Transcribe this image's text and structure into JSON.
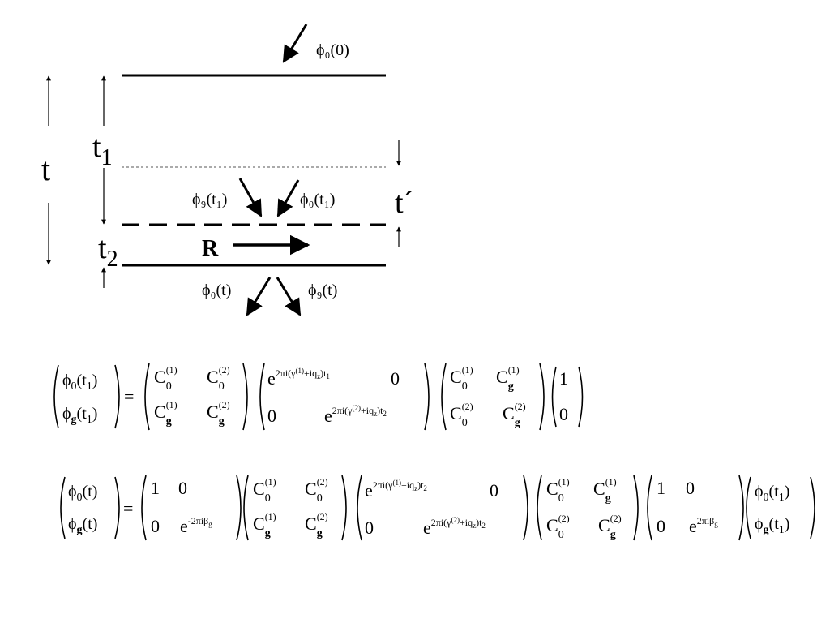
{
  "diagram": {
    "labels": {
      "phi0_0": "ϕ₀(0)",
      "phig_t1": "ϕ₉(t₁)",
      "phi0_t1": "ϕ₀(t₁)",
      "phi0_t": "ϕ₀(t)",
      "phig_t": "ϕ₉(t)",
      "t_big": "t",
      "t_prime": "t´",
      "R": "R"
    },
    "t1": {
      "base": "t",
      "sub": "1"
    },
    "t2": {
      "base": "t",
      "sub": "2"
    }
  },
  "equations": {
    "eq1": {
      "lhs": [
        [
          "ϕ₀(t₁)"
        ],
        [
          "ϕg(t₁)"
        ]
      ],
      "m1": [
        [
          "C₀⁽¹⁾",
          "C₀⁽²⁾"
        ],
        [
          "Cg⁽¹⁾",
          "Cg⁽²⁾"
        ]
      ],
      "m2": [
        [
          "e^{2πi(γ⁽¹⁾+iq_z)t₁}",
          "0"
        ],
        [
          "0",
          "e^{2πi(γ⁽²⁾+iq_z)t₂}"
        ]
      ],
      "m3": [
        [
          "C₀⁽¹⁾",
          "Cg⁽¹⁾"
        ],
        [
          "C₀⁽²⁾",
          "Cg⁽²⁾"
        ]
      ],
      "v": [
        [
          "1"
        ],
        [
          "0"
        ]
      ]
    },
    "eq2": {
      "lhs": [
        [
          "ϕ₀(t)"
        ],
        [
          "ϕg(t)"
        ]
      ],
      "p1": [
        [
          "1",
          "0"
        ],
        [
          "0",
          "e^{-2πiβg}"
        ]
      ],
      "m1": [
        [
          "C₀⁽¹⁾",
          "C₀⁽²⁾"
        ],
        [
          "Cg⁽¹⁾",
          "Cg⁽²⁾"
        ]
      ],
      "m2": [
        [
          "e^{2πi(γ⁽¹⁾+iq_z)t₂}",
          "0"
        ],
        [
          "0",
          "e^{2πi(γ⁽²⁾+iq_z)t₂}"
        ]
      ],
      "m3": [
        [
          "C₀⁽¹⁾",
          "Cg⁽¹⁾"
        ],
        [
          "C₀⁽²⁾",
          "Cg⁽²⁾"
        ]
      ],
      "p2": [
        [
          "1",
          "0"
        ],
        [
          "0",
          "e^{2πiβg}"
        ]
      ],
      "rhs": [
        [
          "ϕ₀(t₁)"
        ],
        [
          "ϕg(t₁)"
        ]
      ]
    }
  }
}
